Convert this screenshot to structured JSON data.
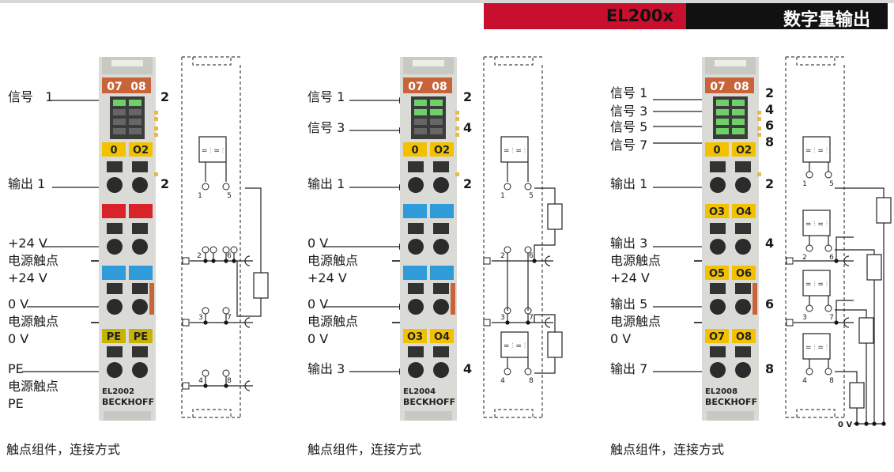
{
  "header": {
    "product": "EL200x",
    "title": "数字量输出"
  },
  "caption": "触点组件，连接方式",
  "modules": [
    {
      "id": "EL2002",
      "label_text": "EL2002",
      "brand": "BECKHOFF",
      "labels": [
        "信号",
        "1",
        "输出 1",
        "+24 V",
        "电源触点",
        "+24 V",
        "0 V",
        "电源触点",
        "0 V",
        "PE",
        "电源触点",
        "PE"
      ],
      "numbers": [
        "2",
        "2"
      ],
      "header_tags": [
        "07",
        "08"
      ],
      "rows": [
        [
          "0",
          "O2"
        ],
        [
          "PE",
          "PE"
        ]
      ]
    },
    {
      "id": "EL2004",
      "label_text": "EL2004",
      "brand": "BECKHOFF",
      "labels": [
        "信号 1",
        "信号 3",
        "输出 1",
        "0 V",
        "电源触点",
        "+24 V",
        "0 V",
        "电源触点",
        "0 V",
        "输出 3"
      ],
      "numbers": [
        "2",
        "4",
        "2",
        "4"
      ],
      "header_tags": [
        "07",
        "08"
      ],
      "rows": [
        [
          "0",
          "O2"
        ],
        [
          "O3",
          "O4"
        ]
      ]
    },
    {
      "id": "EL2008",
      "label_text": "EL2008",
      "brand": "BECKHOFF",
      "labels": [
        "信号 1",
        "信号 3",
        "信号 5",
        "信号 7",
        "输出 1",
        "输出 3",
        "电源触点",
        "+24 V",
        "输出 5",
        "电源触点",
        "0 V",
        "输出 7"
      ],
      "numbers": [
        "2",
        "4",
        "6",
        "8",
        "2",
        "4",
        "6",
        "8"
      ],
      "header_tags": [
        "07",
        "08"
      ],
      "rows": [
        [
          "0",
          "O2"
        ],
        [
          "O3",
          "O4"
        ],
        [
          "O5",
          "O6"
        ],
        [
          "O7",
          "O8"
        ]
      ]
    }
  ],
  "terminal_numbers": [
    "1",
    "5",
    "2",
    "6",
    "3",
    "7",
    "4",
    "8"
  ],
  "zero_v": "0 V",
  "colors": {
    "red": "#c8102e",
    "orange": "#c8643a",
    "yellow": "#f2c200",
    "blue": "#2f9bd8",
    "plus": "#d8232a",
    "green": "#6fd06a"
  }
}
